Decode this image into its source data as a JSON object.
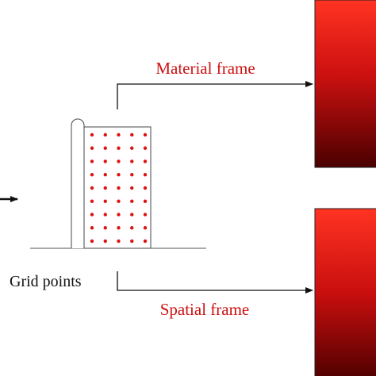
{
  "labels": {
    "material_frame": "Material frame",
    "spatial_frame": "Spatial frame",
    "grid_points": "Grid points"
  },
  "colors": {
    "accent_red": "#cc1111",
    "dot_red": "#dd1111",
    "line": "#111111",
    "outline": "#444444",
    "gradient_light": "#ff3322",
    "gradient_dark": "#4a0000"
  },
  "grid": {
    "columns": 5,
    "rows": 9
  }
}
